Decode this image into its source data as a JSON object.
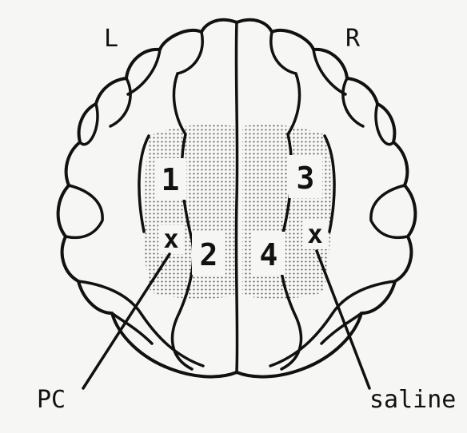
{
  "figure": {
    "hemisphere_left": "L",
    "hemisphere_right": "R",
    "regions": [
      {
        "id": "1",
        "label": "1"
      },
      {
        "id": "2",
        "label": "2"
      },
      {
        "id": "3",
        "label": "3"
      },
      {
        "id": "4",
        "label": "4"
      }
    ],
    "injection_sites": [
      {
        "mark": "x",
        "label": "PC"
      },
      {
        "mark": "x",
        "label": "saline"
      }
    ],
    "colors": {
      "ink": "#111111",
      "paper": "#f6f6f4",
      "stipple": "#555555",
      "label_box": "#f6f6f4"
    }
  }
}
